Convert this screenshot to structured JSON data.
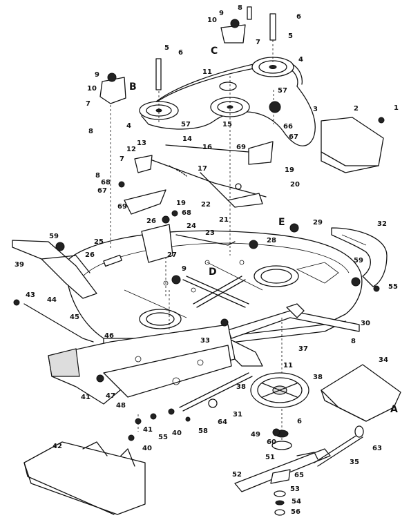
{
  "callouts": [
    {
      "id": "c1",
      "text": "1"
    },
    {
      "id": "c2",
      "text": "2"
    },
    {
      "id": "c3",
      "text": "3"
    },
    {
      "id": "c4a",
      "text": "4"
    },
    {
      "id": "c4b",
      "text": "4"
    },
    {
      "id": "c5a",
      "text": "5"
    },
    {
      "id": "c5b",
      "text": "5"
    },
    {
      "id": "c6a",
      "text": "6"
    },
    {
      "id": "c6b",
      "text": "6"
    },
    {
      "id": "c6c",
      "text": "6"
    },
    {
      "id": "c7a",
      "text": "7"
    },
    {
      "id": "c7b",
      "text": "7"
    },
    {
      "id": "c7c",
      "text": "7"
    },
    {
      "id": "c8a",
      "text": "8"
    },
    {
      "id": "c8b",
      "text": "8"
    },
    {
      "id": "c8c",
      "text": "8"
    },
    {
      "id": "c8d",
      "text": "8"
    },
    {
      "id": "c9a",
      "text": "9"
    },
    {
      "id": "c9b",
      "text": "9"
    },
    {
      "id": "c9c",
      "text": "9"
    },
    {
      "id": "c10a",
      "text": "10"
    },
    {
      "id": "c10b",
      "text": "10"
    },
    {
      "id": "c11a",
      "text": "11"
    },
    {
      "id": "c11b",
      "text": "11"
    },
    {
      "id": "c12",
      "text": "12"
    },
    {
      "id": "c13",
      "text": "13"
    },
    {
      "id": "c14",
      "text": "14"
    },
    {
      "id": "c15",
      "text": "15"
    },
    {
      "id": "c16",
      "text": "16"
    },
    {
      "id": "c17",
      "text": "17"
    },
    {
      "id": "c19a",
      "text": "19"
    },
    {
      "id": "c19b",
      "text": "19"
    },
    {
      "id": "c20",
      "text": "20"
    },
    {
      "id": "c21",
      "text": "21"
    },
    {
      "id": "c22",
      "text": "22"
    },
    {
      "id": "c23",
      "text": "23"
    },
    {
      "id": "c24",
      "text": "24"
    },
    {
      "id": "c25",
      "text": "25"
    },
    {
      "id": "c26a",
      "text": "26"
    },
    {
      "id": "c26b",
      "text": "26"
    },
    {
      "id": "c27",
      "text": "27"
    },
    {
      "id": "c28",
      "text": "28"
    },
    {
      "id": "c29",
      "text": "29"
    },
    {
      "id": "c30",
      "text": "30"
    },
    {
      "id": "c31",
      "text": "31"
    },
    {
      "id": "c32",
      "text": "32"
    },
    {
      "id": "c33",
      "text": "33"
    },
    {
      "id": "c34",
      "text": "34"
    },
    {
      "id": "c35",
      "text": "35"
    },
    {
      "id": "c37",
      "text": "37"
    },
    {
      "id": "c38a",
      "text": "38"
    },
    {
      "id": "c38b",
      "text": "38"
    },
    {
      "id": "c39",
      "text": "39"
    },
    {
      "id": "c40a",
      "text": "40"
    },
    {
      "id": "c40b",
      "text": "40"
    },
    {
      "id": "c41a",
      "text": "41"
    },
    {
      "id": "c41b",
      "text": "41"
    },
    {
      "id": "c42",
      "text": "42"
    },
    {
      "id": "c43",
      "text": "43"
    },
    {
      "id": "c44",
      "text": "44"
    },
    {
      "id": "c45",
      "text": "45"
    },
    {
      "id": "c46",
      "text": "46"
    },
    {
      "id": "c47",
      "text": "47"
    },
    {
      "id": "c48",
      "text": "48"
    },
    {
      "id": "c49",
      "text": "49"
    },
    {
      "id": "c51",
      "text": "51"
    },
    {
      "id": "c52",
      "text": "52"
    },
    {
      "id": "c53",
      "text": "53"
    },
    {
      "id": "c54",
      "text": "54"
    },
    {
      "id": "c55a",
      "text": "55"
    },
    {
      "id": "c55b",
      "text": "55"
    },
    {
      "id": "c56",
      "text": "56"
    },
    {
      "id": "c57a",
      "text": "57"
    },
    {
      "id": "c57b",
      "text": "57"
    },
    {
      "id": "c58",
      "text": "58"
    },
    {
      "id": "c59a",
      "text": "59"
    },
    {
      "id": "c59b",
      "text": "59"
    },
    {
      "id": "c60",
      "text": "60"
    },
    {
      "id": "c63",
      "text": "63"
    },
    {
      "id": "c64",
      "text": "64"
    },
    {
      "id": "c65",
      "text": "65"
    },
    {
      "id": "c66",
      "text": "66"
    },
    {
      "id": "c67a",
      "text": "67"
    },
    {
      "id": "c67b",
      "text": "67"
    },
    {
      "id": "c68a",
      "text": "68"
    },
    {
      "id": "c68b",
      "text": "68"
    },
    {
      "id": "c69a",
      "text": "69"
    },
    {
      "id": "c69b",
      "text": "69"
    }
  ],
  "letters": {
    "A": "A",
    "B": "B",
    "C": "C",
    "D": "D",
    "E": "E"
  }
}
